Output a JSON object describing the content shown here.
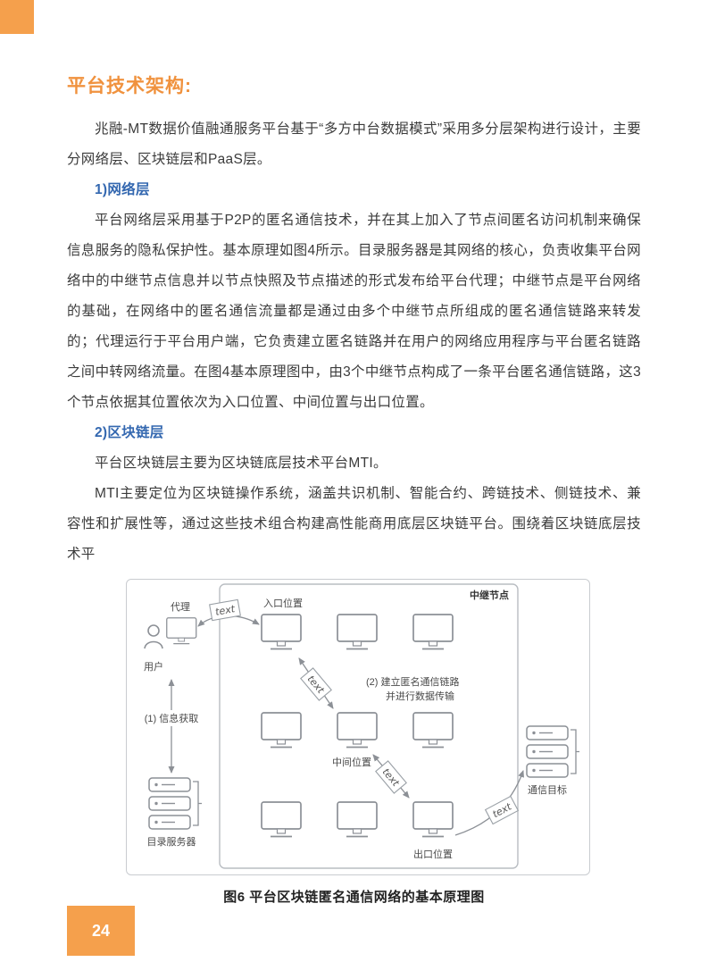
{
  "document": {
    "heading": "平台技术架构:",
    "paragraphs": {
      "p1": "兆融-MT数据价值融通服务平台基于“多方中台数据模式”采用多分层架构进行设计，主要分网络层、区块链层和PaaS层。",
      "sub1": "1)网络层",
      "p2": "平台网络层采用基于P2P的匿名通信技术，并在其上加入了节点间匿名访问机制来确保信息服务的隐私保护性。基本原理如图4所示。目录服务器是其网络的核心，负责收集平台网络中的中继节点信息并以节点快照及节点描述的形式发布给平台代理；中继节点是平台网络的基础，在网络中的匿名通信流量都是通过由多个中继节点所组成的匿名通信链路来转发的；代理运行于平台用户端，它负责建立匿名链路并在用户的网络应用程序与平台匿名链路之间中转网络流量。在图4基本原理图中，由3个中继节点构成了一条平台匿名通信链路，这3个节点依据其位置依次为入口位置、中间位置与出口位置。",
      "sub2": "2)区块链层",
      "p3": "平台区块链层主要为区块链底层技术平台MTI。",
      "p4": "MTI主要定位为区块链操作系统，涵盖共识机制、智能合约、跨链技术、侧链技术、兼容性和扩展性等，通过这些技术组合构建高性能商用底层区块链平台。围绕着区块链底层技术平"
    }
  },
  "figure": {
    "caption": "图6 平台区块链匿名通信网络的基本原理图",
    "labels": {
      "relay_nodes": "中继节点",
      "entry_position": "入口位置",
      "middle_position": "中间位置",
      "exit_position": "出口位置",
      "agent": "代理",
      "user": "用户",
      "step1": "(1) 信息获取",
      "step2_line1": "(2) 建立匿名通信链路",
      "step2_line2": "并进行数据传输",
      "directory_server": "目录服务器",
      "comm_target": "通信目标",
      "chip": "text"
    }
  },
  "footer": {
    "page_number": "24"
  },
  "colors": {
    "accent_orange": "#F5A04C",
    "heading_orange": "#F0923E",
    "subheading_blue": "#3468B0"
  }
}
